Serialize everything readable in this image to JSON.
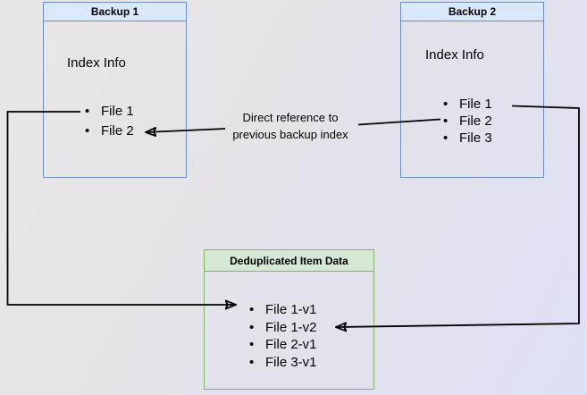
{
  "diagram": {
    "type": "backup-deduplication-diagram",
    "colors": {
      "background_from": "#e9e6e5",
      "background_to": "#dee1f6",
      "blue_node_border": "#6c8ebf",
      "blue_node_header_fill": "#dae8fc",
      "green_node_border": "#82b366",
      "green_node_header_fill": "#d5e8d4",
      "connector_line": "#000000"
    },
    "backup1": {
      "title": "Backup 1",
      "body_label": "Index Info",
      "items": [
        "File 1",
        "File 2"
      ]
    },
    "backup2": {
      "title": "Backup 2",
      "body_label": "Index Info",
      "items": [
        "File 1",
        "File 2",
        "File 3"
      ]
    },
    "dedup": {
      "title": "Deduplicated Item Data",
      "items": [
        "File 1-v1",
        "File 1-v2",
        "File 2-v1",
        "File 3-v1"
      ]
    },
    "connectors": {
      "direct_reference_label": "Direct reference to previous backup index",
      "edges": [
        "Backup 1 / File 1 -> Deduplicated Item Data / File 1-v1",
        "Backup 2 / File 2 -> Backup 1 / File 2 (direct reference)",
        "Backup 2 / File 1 -> Deduplicated Item Data / File 1-v2"
      ]
    }
  }
}
